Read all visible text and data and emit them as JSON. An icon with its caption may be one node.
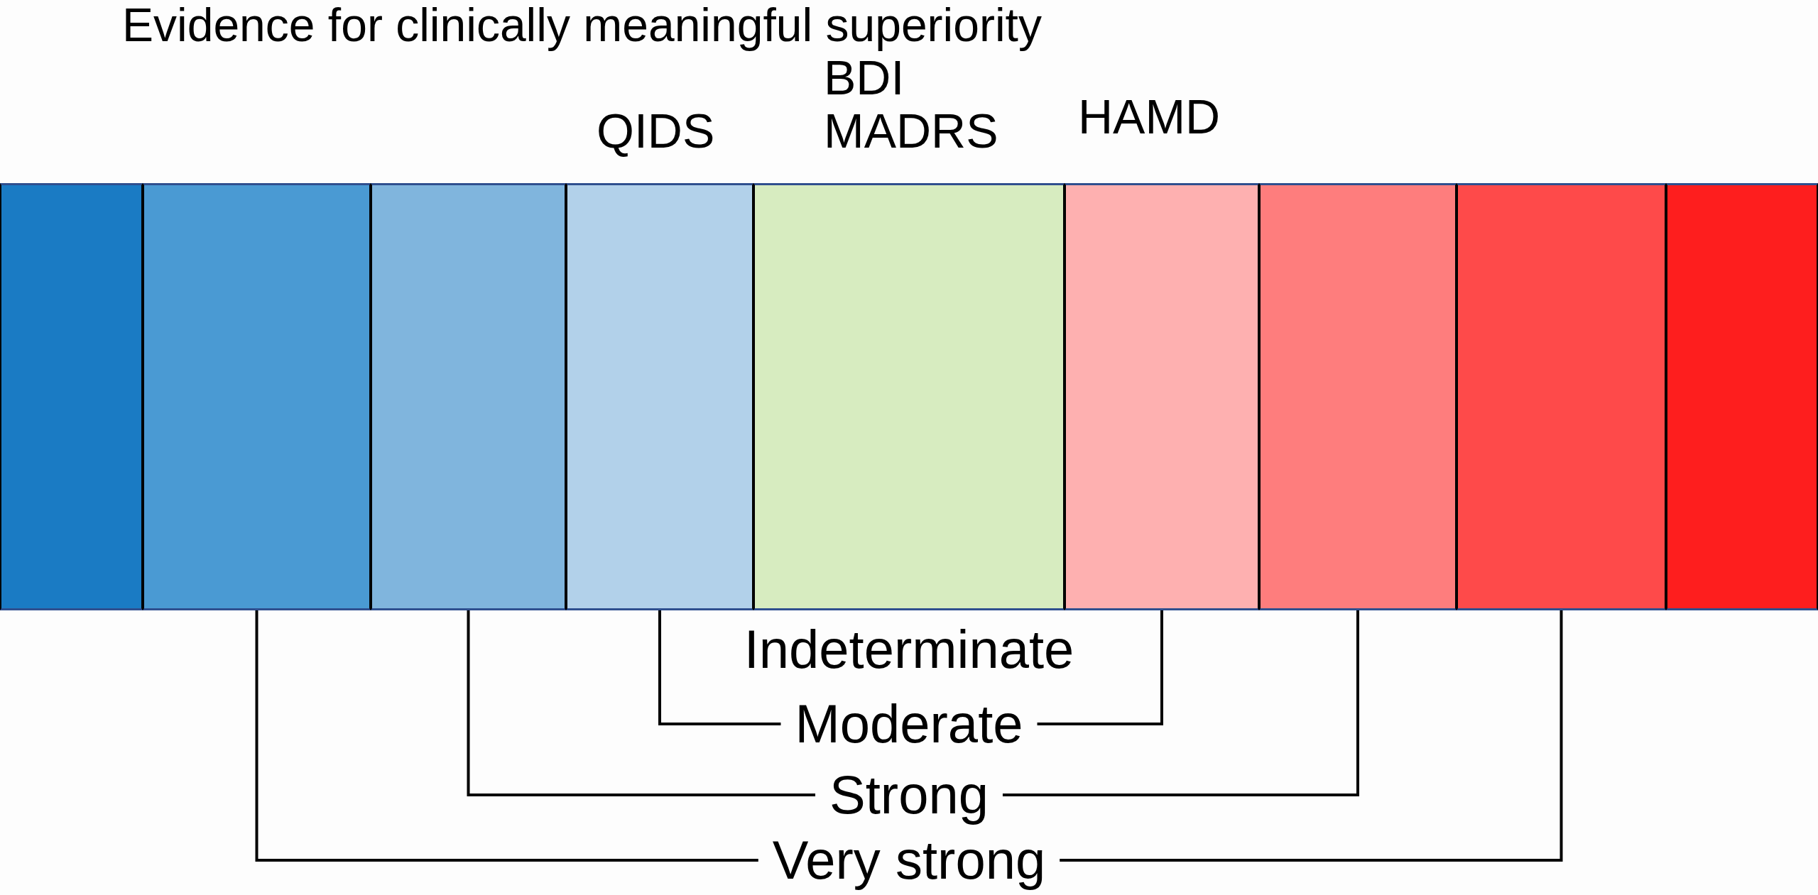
{
  "diagram": {
    "title": "Evidence for clinically meaningful superiority",
    "nodes": [
      {
        "text": [],
        "shape": "box"
      },
      {
        "text": [],
        "shape": "box"
      },
      {
        "text": [],
        "shape": "box"
      },
      {
        "text": [],
        "shape": "box"
      },
      {
        "text": [],
        "shape": "box"
      },
      {
        "text": [],
        "shape": "box"
      },
      {
        "text": [],
        "shape": "box"
      },
      {
        "text": [],
        "shape": "box"
      },
      {
        "text": [],
        "shape": "box"
      },
      {
        "text": [
          "Indeterminate"
        ]
      },
      {
        "text": [
          "Moderate"
        ]
      },
      {
        "text": [
          "Strong"
        ]
      },
      {
        "text": [
          "Very strong"
        ]
      }
    ],
    "edges": [
      {
        "from": 10,
        "to": 3,
        "arrow": "none"
      },
      {
        "from": 10,
        "to": 5,
        "arrow": "none"
      },
      {
        "from": 11,
        "to": 2,
        "arrow": "none"
      },
      {
        "from": 11,
        "to": 6,
        "arrow": "none"
      },
      {
        "from": 12,
        "to": 1,
        "arrow": "none"
      },
      {
        "from": 12,
        "to": 7,
        "arrow": "none"
      }
    ],
    "labels": [
      "QIDS",
      "BDI",
      "MADRS",
      "HAMD"
    ]
  }
}
